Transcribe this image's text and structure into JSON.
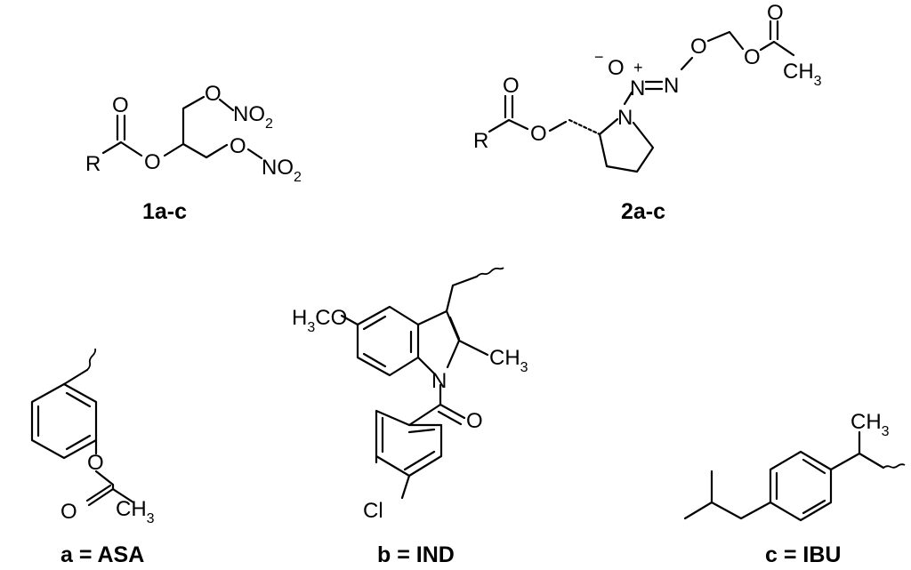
{
  "compounds": {
    "c1": {
      "label": "1a-c",
      "R": "R",
      "O": "O",
      "NO": "NO",
      "sub2": "2"
    },
    "c2": {
      "label": "2a-c",
      "R": "R",
      "O": "O",
      "N": "N",
      "minus": "−",
      "plus": "+",
      "CH": "CH",
      "sub3": "3"
    },
    "asa": {
      "label": "a = ASA",
      "O": "O",
      "CH": "CH",
      "sub3": "3"
    },
    "ind": {
      "label": "b = IND",
      "H": "H",
      "sub3": "3",
      "CO": "CO",
      "CH": "CH",
      "N": "N",
      "O": "O",
      "Cl": "Cl"
    },
    "ibu": {
      "label": "c = IBU",
      "CH": "CH",
      "sub3": "3"
    }
  }
}
